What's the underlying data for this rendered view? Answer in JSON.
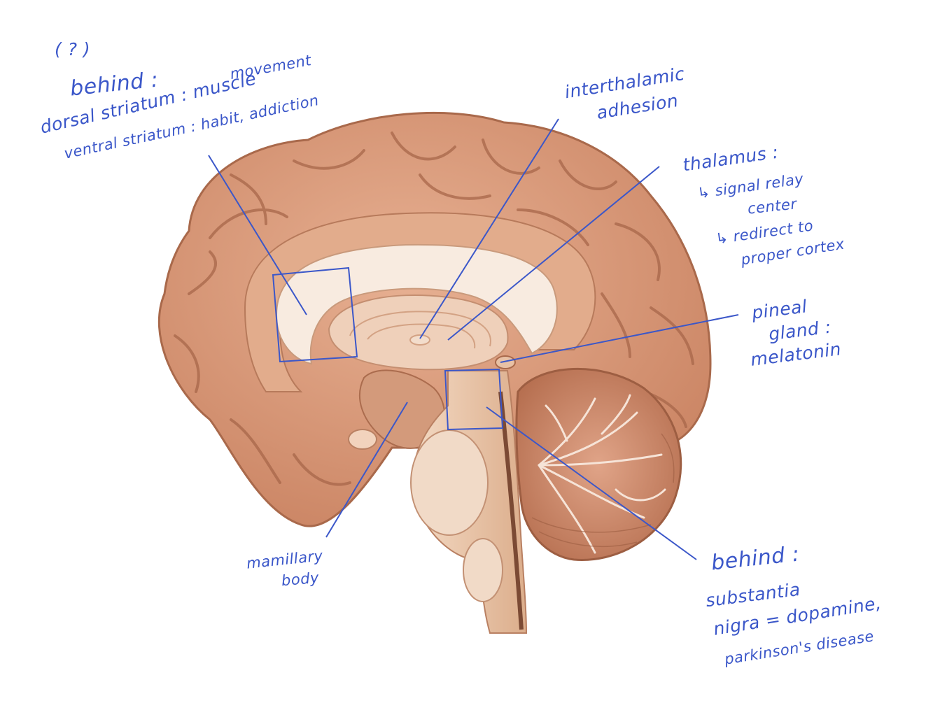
{
  "colors": {
    "ink": "#3b57c9",
    "cortex": "#d89b78",
    "cortex_dark": "#b97654",
    "callosum": "#f7e8dc",
    "inner": "#efcdb6",
    "stem": "#ecc9ad",
    "cerebellum": "#c88463"
  },
  "annotations": {
    "striatum": {
      "mark": "( ? )",
      "heading": "behind :",
      "line1": "dorsal striatum : muscle",
      "line1_extra": "movement",
      "line2": "ventral striatum : habit, addiction"
    },
    "interthalamic": {
      "line1": "interthalamic",
      "line2": "adhesion"
    },
    "thalamus": {
      "title": "thalamus :",
      "line1": "↳ signal relay",
      "line2": "center",
      "line3": "↳ redirect to",
      "line4": "proper cortex"
    },
    "pineal": {
      "line1": "pineal",
      "line2": "gland :",
      "line3": "melatonin"
    },
    "mamillary": {
      "line1": "mamillary",
      "line2": "body"
    },
    "substantia": {
      "heading": "behind :",
      "line1": "substantia",
      "line2": "nigra = dopamine,",
      "line3": "parkinson's disease"
    }
  }
}
